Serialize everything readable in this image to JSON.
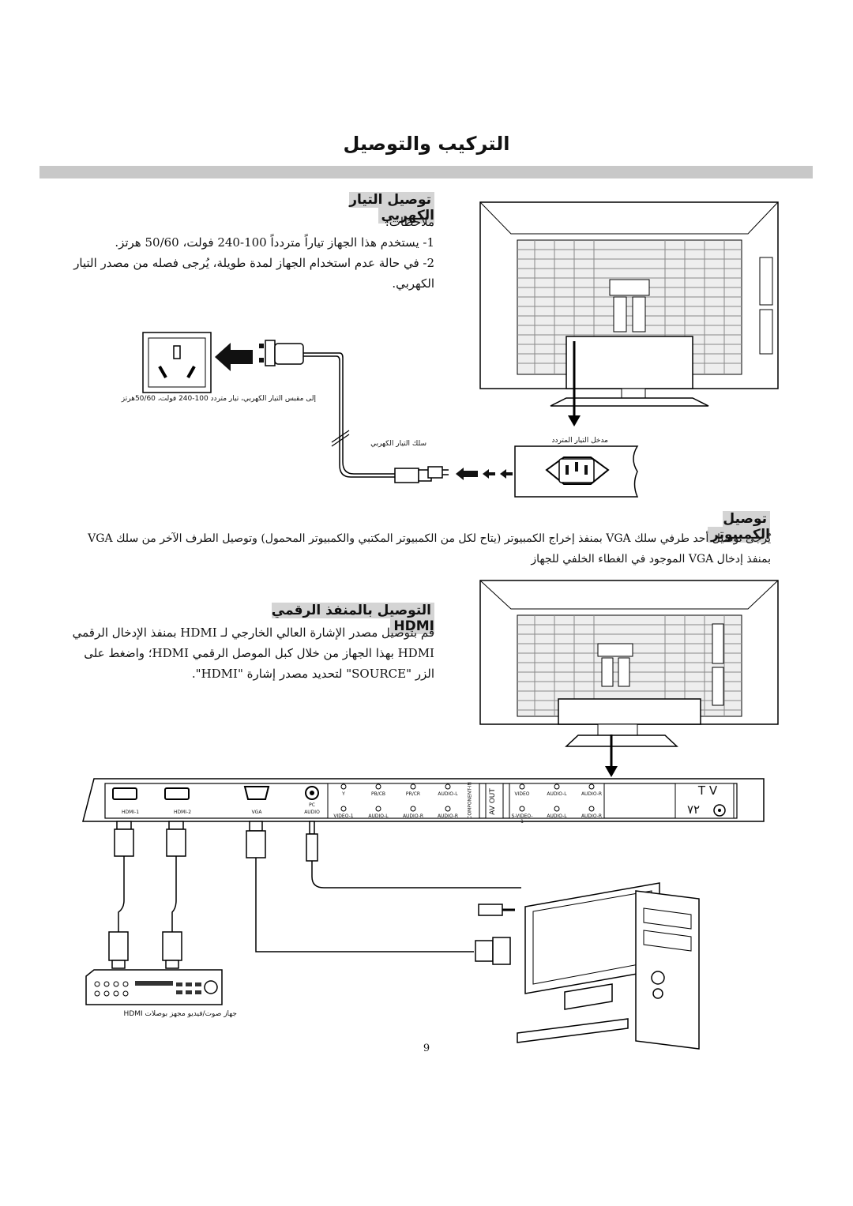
{
  "page": {
    "title": "التركيب والتوصيل",
    "page_number": "9"
  },
  "power_section": {
    "heading": "توصيل التيار الكهربي",
    "notes_label": "ملاحظات:",
    "note_1": "1- يستخدم هذا الجهاز تياراً متردداً 100-240 فولت، 50/60 هرتز.",
    "note_2": "2- في حالة عدم استخدام الجهاز لمدة طويلة، يُرجى فصله من مصدر التيار",
    "note_2_cont": "الكهربي.",
    "outlet_caption": "إلى مقبس التيار الكهربي، تيار متردد 100-240 فولت، 50/60هرتز",
    "cord_caption": "سلك التيار الكهربي",
    "inlet_caption": "مدخل التيار المتردد"
  },
  "pc_section": {
    "heading": "توصيل الكمبيوتر",
    "line_1": "يُرجى توصيل أحد طرفي سلك VGA بمنفذ إخراج الكمبيوتر (يتاح لكل من الكمبيوتر المكتبي والكمبيوتر المحمول) وتوصيل الطرف الآخر من سلك VGA",
    "line_2": "بمنفذ إدخال VGA الموجود في الغطاء الخلفي للجهاز"
  },
  "hdmi_section": {
    "heading": "التوصيل بالمنفذ الرقمي HDMI",
    "line_1": "قم بتوصيل مصدر الإشارة العالي الخارجي لـ HDMI بمنفذ الإدخال الرقمي",
    "line_2": "HDMI بهذا الجهاز من خلال كبل الموصل الرقمي HDMI؛ واضغط على",
    "line_3": "الزر \"SOURCE\" لتحديد مصدر إشارة \"HDMI\"."
  },
  "panel": {
    "ports": [
      "HDMI-1",
      "HDMI-2",
      "VGA",
      "PC",
      "AUDIO"
    ],
    "component_top": [
      "Y",
      "PB/CB",
      "PR/CR",
      "AUDIO-L"
    ],
    "component_bottom": [
      "VIDEO-1",
      "AUDIO-L",
      "AUDIO-R",
      "AUDIO-R"
    ],
    "component_label": "COMPONENT-IN",
    "av_out_label": "AV OUT",
    "av_top": [
      "VIDEO",
      "AUDIO-L",
      "AUDIO-R"
    ],
    "av_bottom": [
      "S-VIDEO-1",
      "AUDIO-L",
      "AUDIO-R"
    ],
    "tv_label": "T V",
    "rf_label": "٧٢"
  },
  "dvd_caption": "جهاز صوت/فيديو مجهز بوصلات HDMI"
}
